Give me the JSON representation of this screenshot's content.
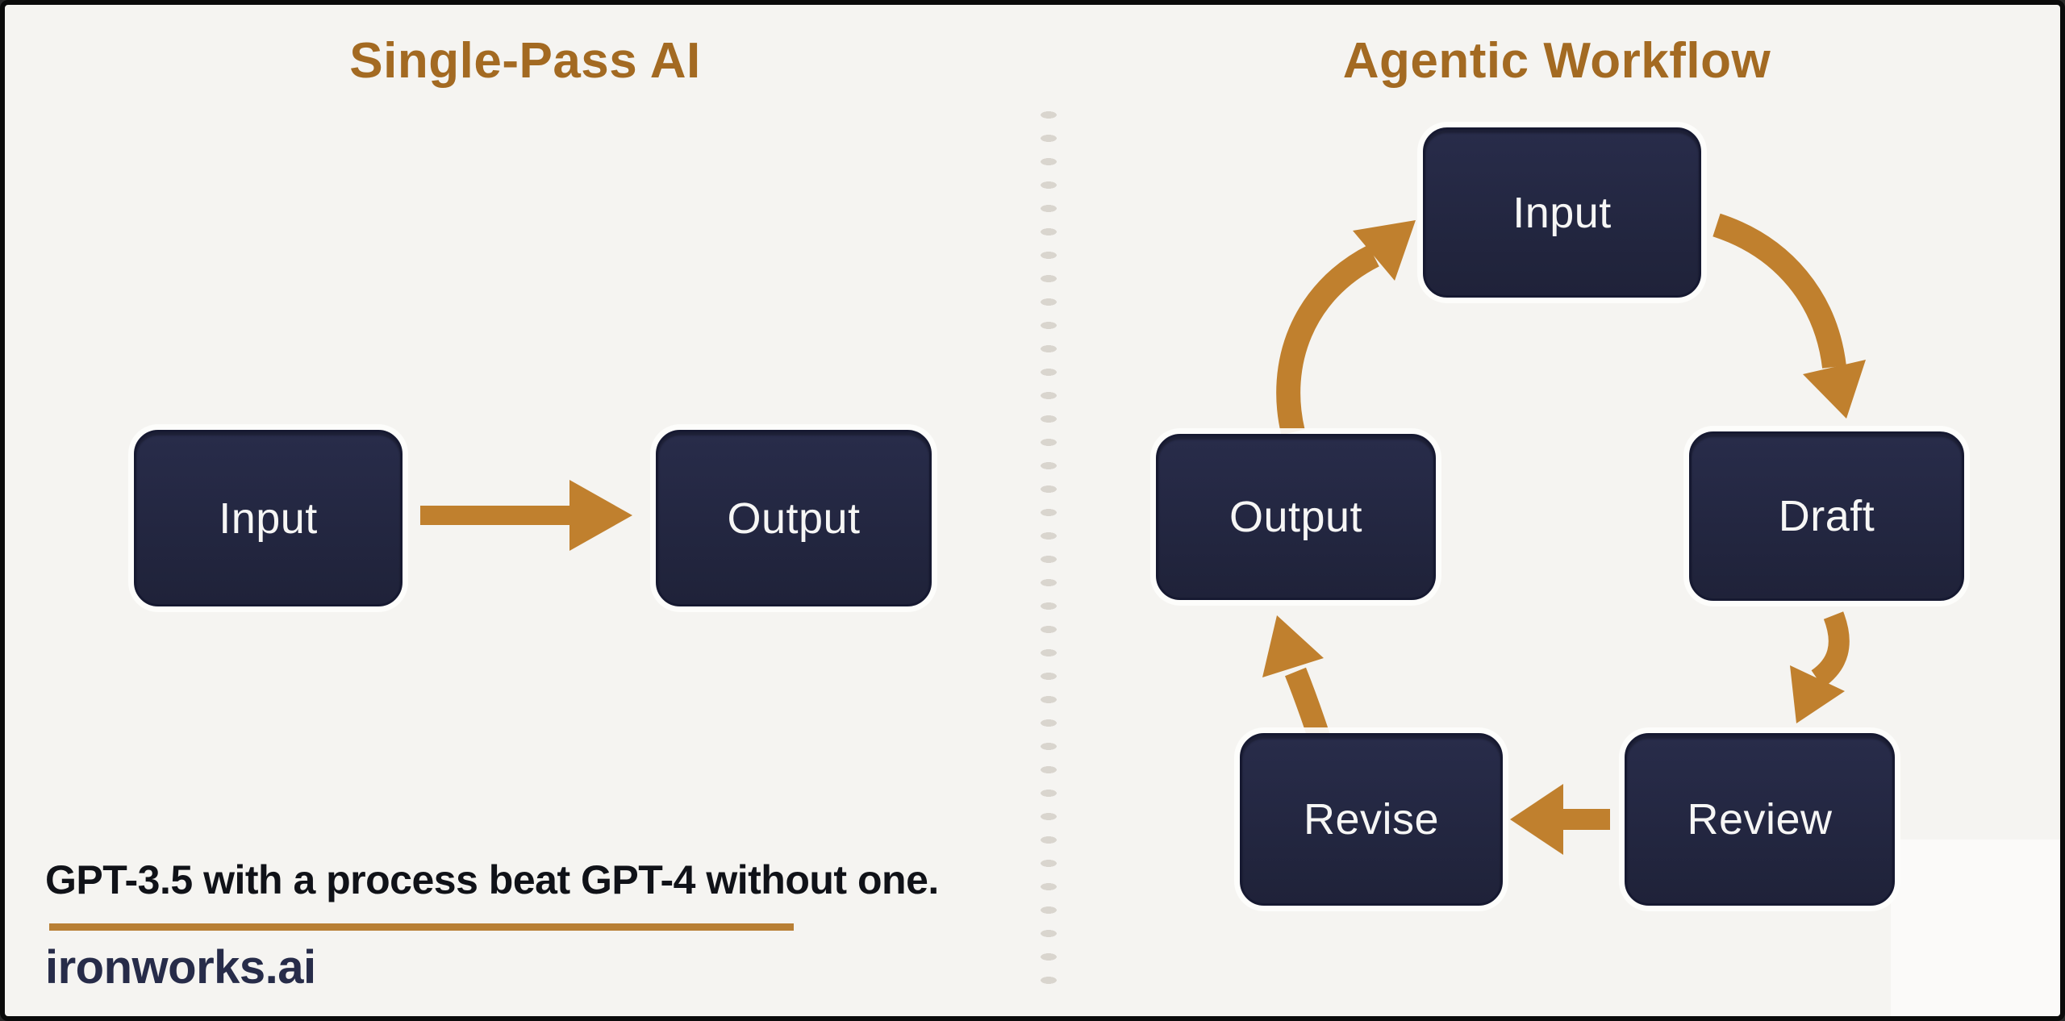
{
  "canvas": {
    "background": "#f5f4f1",
    "frame_border_color": "#0b0b0b"
  },
  "left_panel": {
    "title": "Single-Pass AI",
    "nodes": [
      {
        "id": "input",
        "label": "Input"
      },
      {
        "id": "output",
        "label": "Output"
      }
    ],
    "flow": "Input -> Output"
  },
  "right_panel": {
    "title": "Agentic Workflow",
    "nodes": [
      {
        "id": "input",
        "label": "Input"
      },
      {
        "id": "draft",
        "label": "Draft"
      },
      {
        "id": "review",
        "label": "Review"
      },
      {
        "id": "revise",
        "label": "Revise"
      },
      {
        "id": "output",
        "label": "Output"
      }
    ],
    "cycle_order": [
      "Input",
      "Draft",
      "Review",
      "Revise",
      "Output",
      "Input"
    ]
  },
  "footer": {
    "tagline": "GPT-3.5 with a process beat GPT-4 without one.",
    "brand": "ironworks.ai"
  },
  "colors": {
    "title": "#a36a22",
    "node_fill": "#212440",
    "node_text": "#f6f6f5",
    "arrow": "#c0802e",
    "underline": "#b87f35",
    "divider_dot": "#d9d5ce"
  }
}
